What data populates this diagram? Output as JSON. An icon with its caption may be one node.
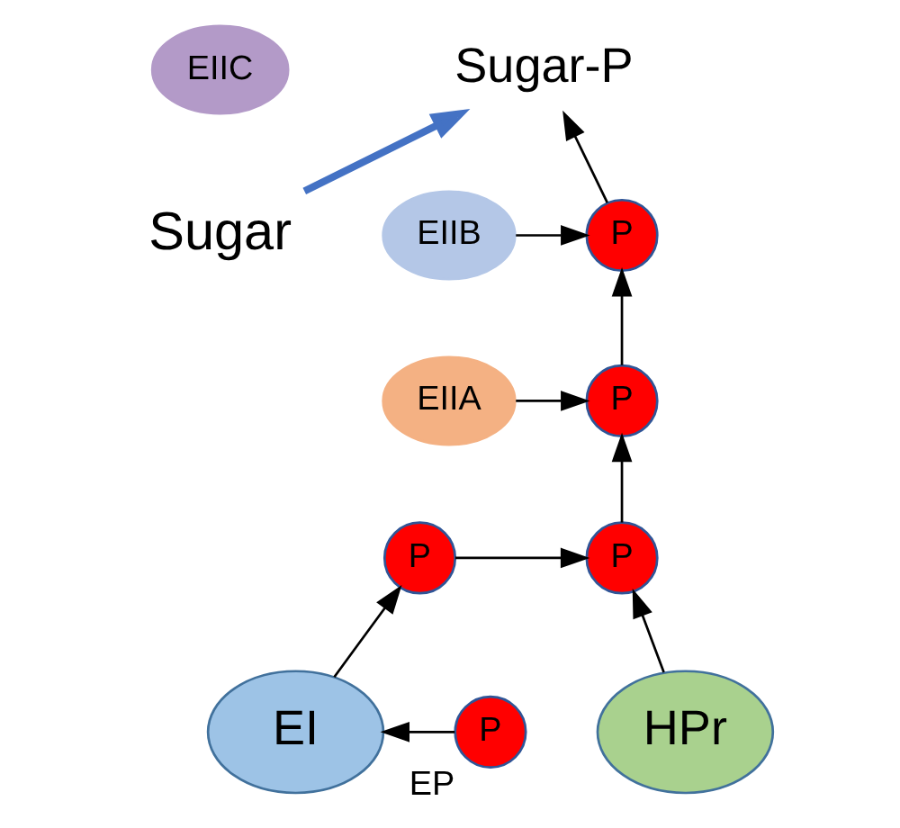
{
  "diagram": {
    "nodes": [
      {
        "text": [
          "Sugar"
        ]
      },
      {
        "text": [
          "EIIC"
        ]
      },
      {
        "text": [
          "Sugar-P"
        ]
      },
      {
        "text": [
          "EIIB"
        ]
      },
      {
        "text": [
          "P"
        ]
      },
      {
        "text": [
          "EIIA"
        ]
      },
      {
        "text": [
          "P"
        ]
      },
      {
        "text": [
          "P"
        ]
      },
      {
        "text": [
          "P"
        ]
      },
      {
        "text": [
          "HPr"
        ]
      },
      {
        "text": [
          "EI"
        ]
      },
      {
        "text": [
          "P"
        ],
        "beside": [
          "EP"
        ]
      }
    ],
    "edges": [
      {
        "from": 0,
        "to": 2,
        "arrow": "to",
        "color": "#4472c4",
        "style": "thick"
      },
      {
        "from": 4,
        "to": 2,
        "arrow": "to"
      },
      {
        "from": 3,
        "to": 4,
        "arrow": "to"
      },
      {
        "from": 6,
        "to": 4,
        "arrow": "to"
      },
      {
        "from": 5,
        "to": 6,
        "arrow": "to"
      },
      {
        "from": 7,
        "to": 6,
        "arrow": "to"
      },
      {
        "from": 9,
        "to": 7,
        "arrow": "to"
      },
      {
        "from": 8,
        "to": 7,
        "arrow": "to"
      },
      {
        "from": 10,
        "to": 8,
        "arrow": "to"
      },
      {
        "from": 11,
        "to": 10,
        "arrow": "to"
      }
    ]
  }
}
